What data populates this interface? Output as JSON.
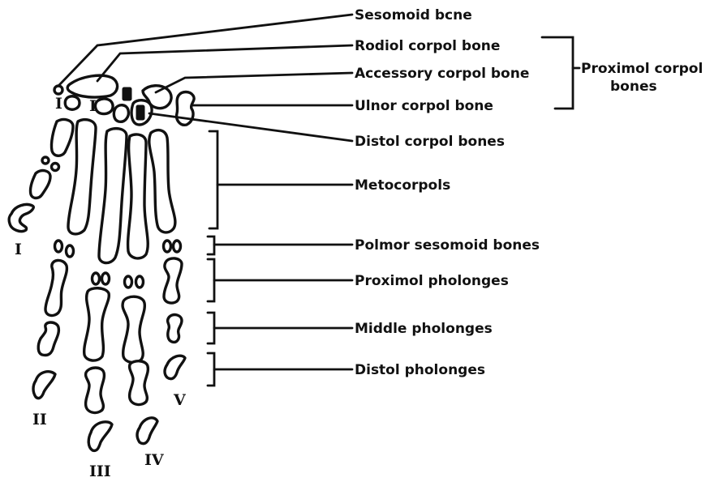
{
  "labels": {
    "sesamoid": "Sesomoid bcne",
    "radial": "Rodiol corpol bone",
    "accessory": "Accessory corpol bone",
    "ulnar": "Ulnor corpol bone",
    "proximal_carpal_1": "Proximol corpol",
    "proximal_carpal_2": "bones",
    "distal_carpal": "Distol corpol bones",
    "metacarpals": "Metocorpols",
    "palmar_sesamoid": "Polmor sesomoid bones",
    "proximal_phalanges": "Proximol pholonges",
    "middle_phalanges": "Middle pholonges",
    "distal_phalanges": "Distol pholonges"
  },
  "digits": {
    "d1": "I",
    "d2": "II",
    "d3": "III",
    "d4": "IV",
    "d5": "V"
  },
  "carpal_markers": {
    "d1": "I",
    "d2": "II"
  }
}
